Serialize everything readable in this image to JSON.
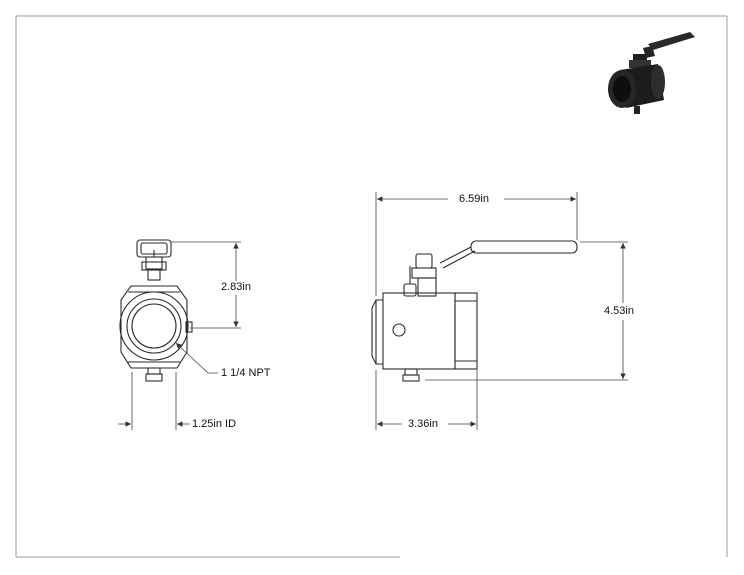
{
  "dimensions": {
    "front_height": "2.83in",
    "thread_size": "1 1/4 NPT",
    "inner_diameter": "1.25in ID",
    "side_overall_width": "6.59in",
    "side_overall_height": "4.53in",
    "side_body_width": "3.36in"
  },
  "colors": {
    "line": "#2a2a2a",
    "dim_line": "#444444",
    "border": "#9a9a9a",
    "thumbnail_body": "#1c1c1c"
  }
}
